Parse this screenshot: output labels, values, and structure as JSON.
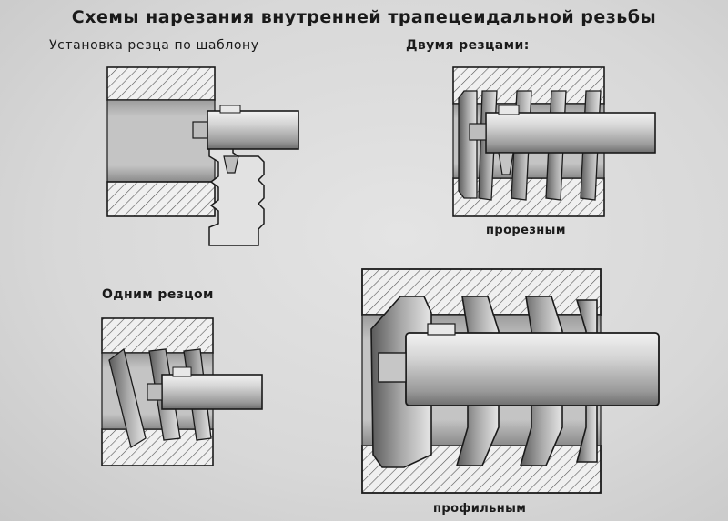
{
  "title": "Схемы нарезания внутренней трапецеидальной резьбы",
  "labels": {
    "template_setup": "Установка резца по шаблону",
    "two_cutters": "Двумя резцами:",
    "one_cutter": "Одним резцом",
    "slotted": "прорезным",
    "profile": "профильным"
  },
  "colors": {
    "ink": "#1a1a1a",
    "metal_light": "#d8d8d8",
    "metal_mid": "#a8a8a8",
    "metal_dark": "#6a6a6a",
    "hatch_bg": "#f0f0f0"
  }
}
